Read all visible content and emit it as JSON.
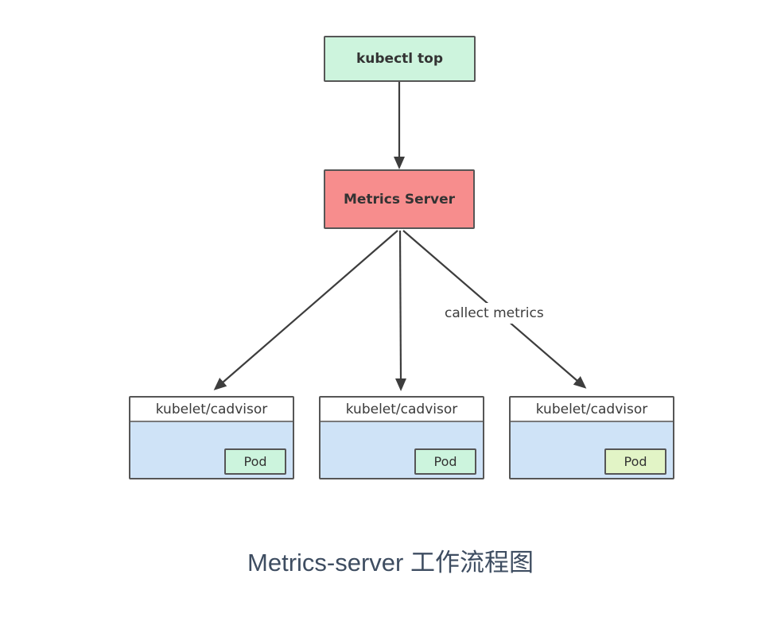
{
  "title": "Metrics-server 工作流程图",
  "diagram": {
    "nodes": {
      "kubectl_top": {
        "label": "kubectl top"
      },
      "metrics_server": {
        "label": "Metrics Server"
      },
      "workers": [
        {
          "label": "kubelet/cadvisor",
          "pod": "Pod"
        },
        {
          "label": "kubelet/cadvisor",
          "pod": "Pod"
        },
        {
          "label": "kubelet/cadvisor",
          "pod": "Pod"
        }
      ]
    },
    "edges": {
      "collect_metrics_label": "callect metrics"
    }
  },
  "icons": {
    "arrowhead": "arrowhead-icon"
  },
  "colors": {
    "mint": "#cdf4dd",
    "salmon": "#f78d8d",
    "worker-blue": "#cfe3f7",
    "pod-green": "#ccf4dd",
    "pod-yellow": "#e2f4c6",
    "node-border": "#565656",
    "arrow": "#3d3d3d",
    "node-text": "#333333",
    "title-color": "#3e4d61",
    "edge-text": "#3d3d3d"
  }
}
